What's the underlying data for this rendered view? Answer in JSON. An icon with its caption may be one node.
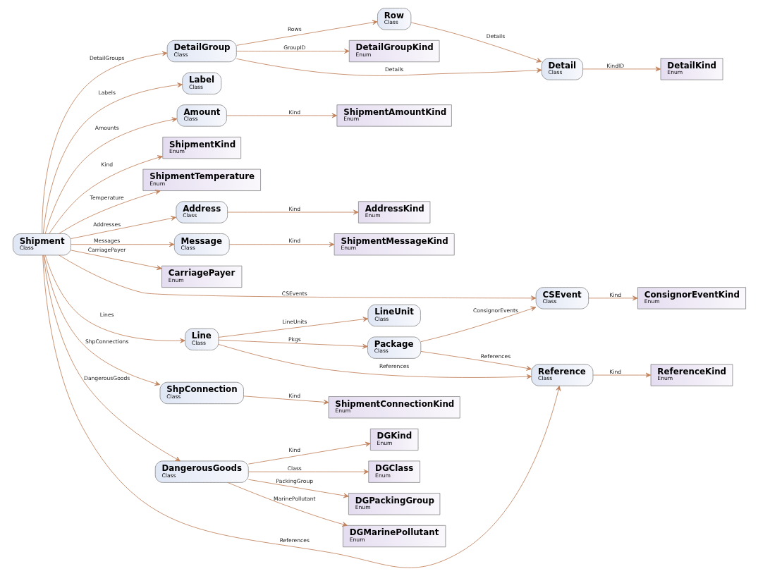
{
  "diagram": {
    "nodes": [
      {
        "text": [
          "DetailGroupKind",
          "Enum"
        ]
      },
      {
        "text": [
          "DetailGroup",
          "Class"
        ]
      },
      {
        "text": [
          "Row",
          "Class"
        ]
      },
      {
        "text": [
          "Label",
          "Class"
        ]
      },
      {
        "text": [
          "ShipmentAmountKind",
          "Enum"
        ]
      },
      {
        "text": [
          "Amount",
          "Class"
        ]
      },
      {
        "text": [
          "ShipmentKind",
          "Enum"
        ]
      },
      {
        "text": [
          "ShipmentTemperature",
          "Enum"
        ]
      },
      {
        "text": [
          "Detail",
          "Class"
        ]
      },
      {
        "text": [
          "AddressKind",
          "Enum"
        ]
      },
      {
        "text": [
          "Address",
          "Class"
        ]
      },
      {
        "text": [
          "DetailKind",
          "Enum"
        ]
      },
      {
        "text": [
          "Message",
          "Class"
        ]
      },
      {
        "text": [
          "CarriagePayer",
          "Enum"
        ]
      },
      {
        "text": [
          "Shipment",
          "Class"
        ]
      },
      {
        "text": [
          "Line",
          "Class"
        ]
      },
      {
        "text": [
          "ShipmentMessageKind",
          "Enum"
        ]
      },
      {
        "text": [
          "ShpConnection",
          "Class"
        ]
      },
      {
        "text": [
          "LineUnit",
          "Class"
        ]
      },
      {
        "text": [
          "Reference",
          "Class"
        ]
      },
      {
        "text": [
          "ShipmentConnectionKind",
          "Enum"
        ]
      },
      {
        "text": [
          "DGKind",
          "Enum"
        ]
      },
      {
        "text": [
          "Package",
          "Class"
        ]
      },
      {
        "text": [
          "DangerousGoods",
          "Class"
        ]
      },
      {
        "text": [
          "ReferenceKind",
          "Enum"
        ]
      },
      {
        "text": [
          "DGClass",
          "Enum"
        ]
      },
      {
        "text": [
          "DGPackingGroup",
          "Enum"
        ]
      },
      {
        "text": [
          "ConsignorEventKind",
          "Enum"
        ]
      },
      {
        "text": [
          "CSEvent",
          "Class"
        ]
      },
      {
        "text": [
          "DGMarinePollutant",
          "Enum"
        ]
      }
    ],
    "edges": [
      {
        "from": 1,
        "to": 0,
        "arrow": "to",
        "label": "GroupID"
      },
      {
        "from": 1,
        "to": 2,
        "arrow": "to",
        "label": "Rows"
      },
      {
        "from": 1,
        "to": 8,
        "arrow": "to",
        "label": "Details"
      },
      {
        "from": 2,
        "to": 8,
        "arrow": "to",
        "label": "Details"
      },
      {
        "from": 14,
        "to": 1,
        "arrow": "to",
        "label": "DetailGroups"
      },
      {
        "from": 14,
        "to": 3,
        "arrow": "to",
        "label": "Labels"
      },
      {
        "from": 5,
        "to": 4,
        "arrow": "to",
        "label": "Kind"
      },
      {
        "from": 14,
        "to": 5,
        "arrow": "to",
        "label": "Amounts"
      },
      {
        "from": 14,
        "to": 6,
        "arrow": "to",
        "label": "Kind"
      },
      {
        "from": 14,
        "to": 7,
        "arrow": "to",
        "label": "Temperature"
      },
      {
        "from": 8,
        "to": 11,
        "arrow": "to",
        "label": "KindID"
      },
      {
        "from": 10,
        "to": 9,
        "arrow": "to",
        "label": "Kind"
      },
      {
        "from": 14,
        "to": 10,
        "arrow": "to",
        "label": "Addresses"
      },
      {
        "from": 14,
        "to": 13,
        "arrow": "to",
        "label": "CarriagePayer"
      },
      {
        "from": 14,
        "to": 12,
        "arrow": "to",
        "label": "Messages"
      },
      {
        "from": 12,
        "to": 16,
        "arrow": "to",
        "label": "Kind"
      },
      {
        "from": 14,
        "to": 15,
        "arrow": "to",
        "label": "Lines"
      },
      {
        "from": 14,
        "to": 17,
        "arrow": "to",
        "label": "ShpConnections"
      },
      {
        "from": 17,
        "to": 20,
        "arrow": "to",
        "label": "Kind"
      },
      {
        "from": 15,
        "to": 18,
        "arrow": "to",
        "label": "LineUnits"
      },
      {
        "from": 15,
        "to": 19,
        "arrow": "to",
        "label": "References"
      },
      {
        "from": 14,
        "to": 19,
        "arrow": "to",
        "label": "References"
      },
      {
        "from": 15,
        "to": 22,
        "arrow": "to",
        "label": "Pkgs"
      },
      {
        "from": 22,
        "to": 19,
        "arrow": "to",
        "label": "References"
      },
      {
        "from": 19,
        "to": 24,
        "arrow": "to",
        "label": "Kind"
      },
      {
        "from": 22,
        "to": 28,
        "arrow": "to",
        "label": "ConsignorEvents"
      },
      {
        "from": 28,
        "to": 27,
        "arrow": "to",
        "label": "Kind"
      },
      {
        "from": 14,
        "to": 28,
        "arrow": "to",
        "label": "CSEvents"
      },
      {
        "from": 14,
        "to": 23,
        "arrow": "to",
        "label": "DangerousGoods"
      },
      {
        "from": 23,
        "to": 21,
        "arrow": "to",
        "label": "Kind"
      },
      {
        "from": 23,
        "to": 25,
        "arrow": "to",
        "label": "Class"
      },
      {
        "from": 23,
        "to": 26,
        "arrow": "to",
        "label": "PackingGroup"
      },
      {
        "from": 23,
        "to": 29,
        "arrow": "to",
        "label": "MarinePollutant"
      }
    ]
  }
}
